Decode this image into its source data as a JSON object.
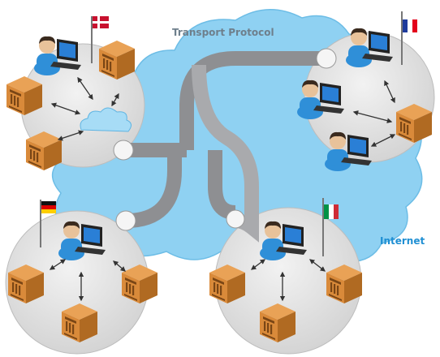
{
  "labels": {
    "transport_protocol": "Transport Protocol",
    "internet": "Internet"
  },
  "colors": {
    "cloud": "#8fd1f2",
    "cloud_edge": "#6dbde6",
    "pipe": "#8e8f92",
    "pipe_light": "#a9aaad",
    "node_disc": "#e3e3e3",
    "person_body": "#2f8fd8",
    "person_skin": "#e8c29a",
    "person_hair": "#3a2a1e",
    "laptop": "#222222",
    "laptop_screen": "#2a7fd6",
    "building": "#d98a3a",
    "building_dark": "#b06a22",
    "mini_cloud": "#a7dcf6"
  },
  "nodes": [
    {
      "id": "denmark",
      "flag": "denmark-flag-icon"
    },
    {
      "id": "france",
      "flag": "france-flag-icon"
    },
    {
      "id": "germany",
      "flag": "germany-flag-icon"
    },
    {
      "id": "italy",
      "flag": "italy-flag-icon"
    }
  ],
  "icons": [
    "person-laptop-icon",
    "building-icon",
    "cloud-icon",
    "flag-icon",
    "arrow-icon"
  ]
}
